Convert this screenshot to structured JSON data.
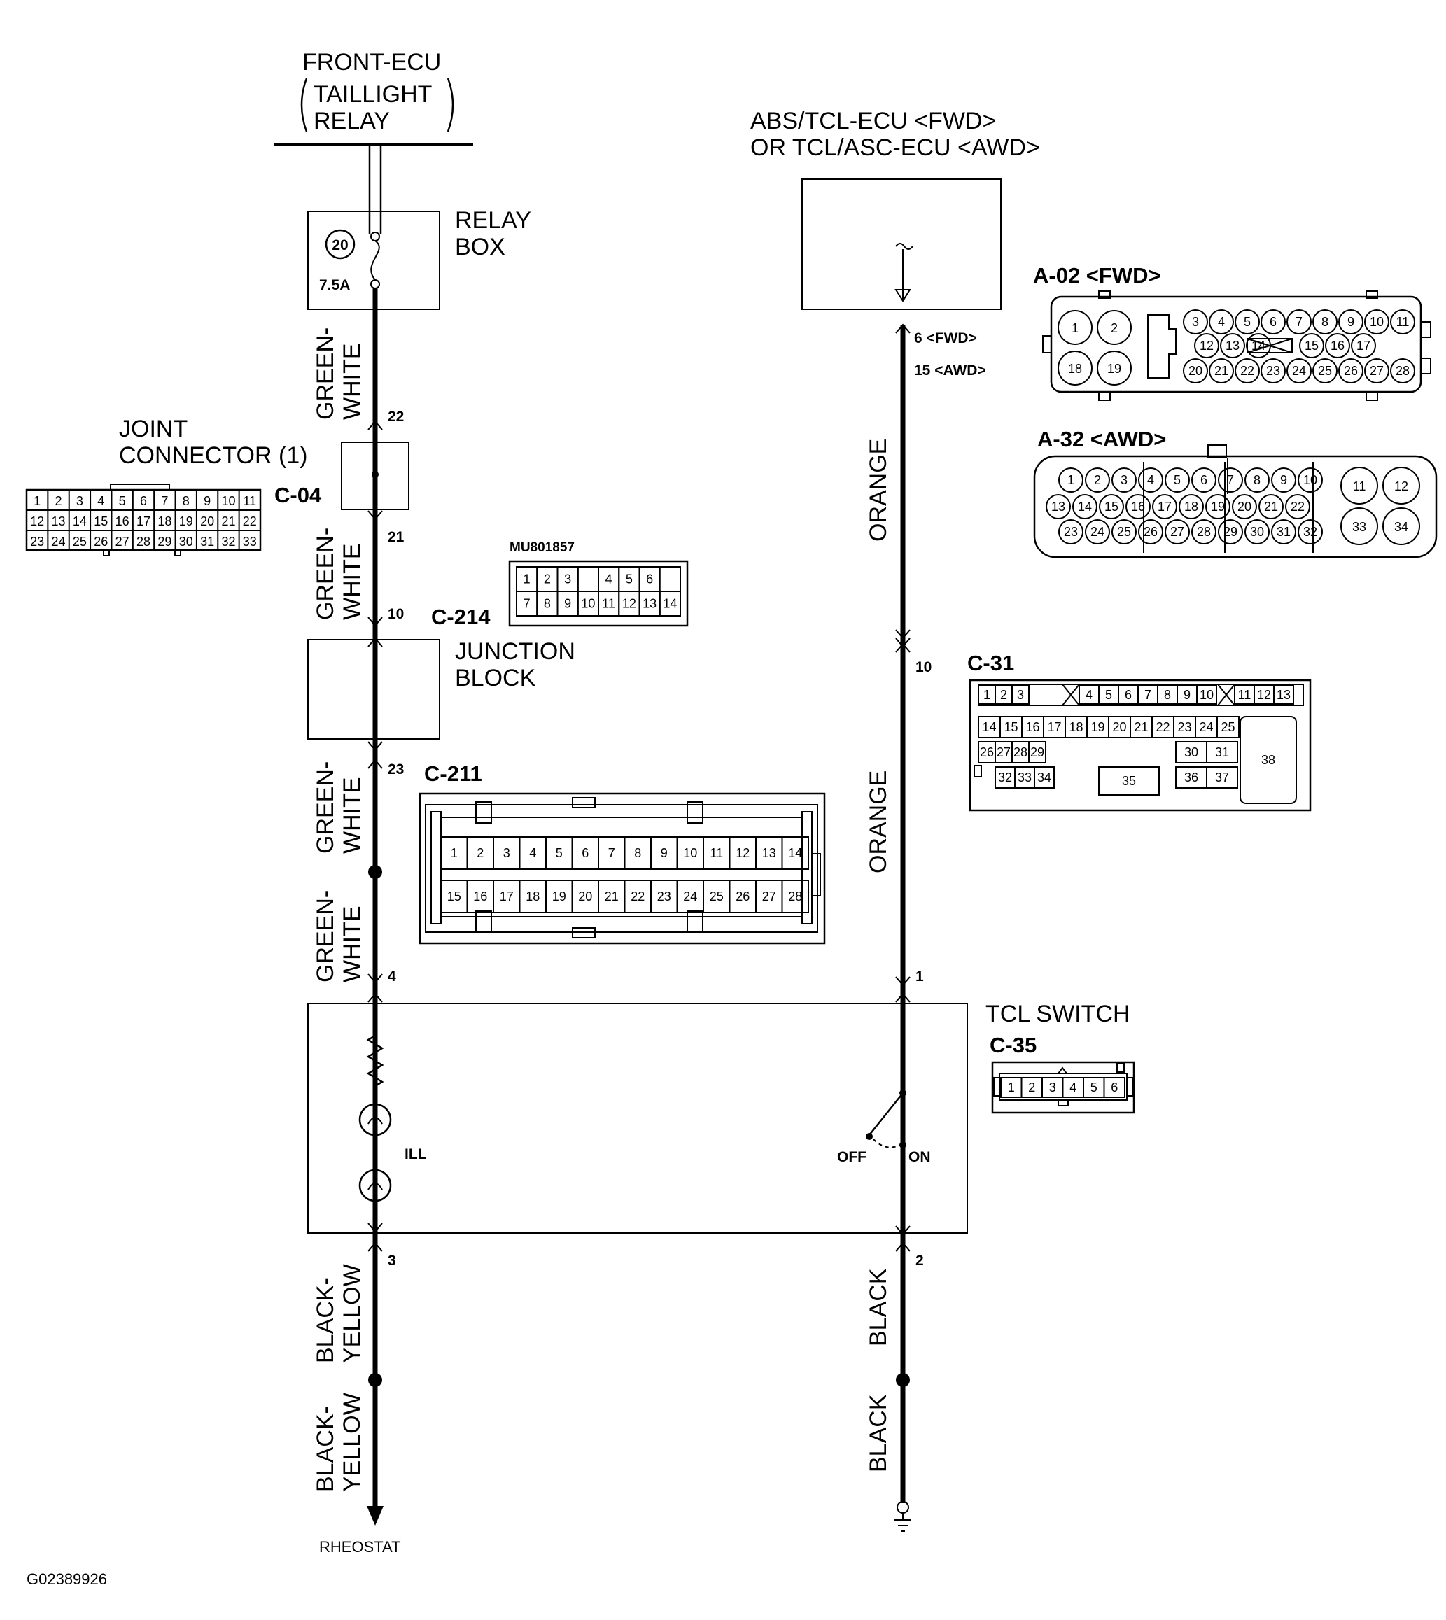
{
  "header": {
    "front_ecu": "FRONT-ECU",
    "taillight": "TAILLIGHT",
    "relay": "RELAY"
  },
  "relay_box": {
    "line1": "RELAY",
    "line2": "BOX",
    "fuse_no": "20",
    "fuse_rating": "7.5A"
  },
  "ecu": {
    "line1": "ABS/TCL-ECU <FWD>",
    "line2": "OR TCL/ASC-ECU <AWD>",
    "pin_fwd": "6 <FWD>",
    "pin_awd": "15 <AWD>"
  },
  "joint_connector": {
    "line1": "JOINT",
    "line2": "CONNECTOR (1)",
    "id": "C-04",
    "rows": [
      [
        "1",
        "2",
        "3",
        "4",
        "5",
        "6",
        "7",
        "8",
        "9",
        "10",
        "11"
      ],
      [
        "12",
        "13",
        "14",
        "15",
        "16",
        "17",
        "18",
        "19",
        "20",
        "21",
        "22"
      ],
      [
        "23",
        "24",
        "25",
        "26",
        "27",
        "28",
        "29",
        "30",
        "31",
        "32",
        "33"
      ]
    ]
  },
  "mu_connector": {
    "part": "MU801857",
    "id": "C-214",
    "row1": [
      "1",
      "2",
      "3",
      "",
      "4",
      "5",
      "6"
    ],
    "row2": [
      "7",
      "8",
      "9",
      "10",
      "11",
      "12",
      "13",
      "14"
    ]
  },
  "junction_block": {
    "line1": "JUNCTION",
    "line2": "BLOCK"
  },
  "c211": {
    "id": "C-211",
    "row1": [
      "1",
      "2",
      "3",
      "4",
      "5",
      "6",
      "7",
      "8",
      "9",
      "10",
      "11",
      "12",
      "13",
      "14"
    ],
    "row2": [
      "15",
      "16",
      "17",
      "18",
      "19",
      "20",
      "21",
      "22",
      "23",
      "24",
      "25",
      "26",
      "27",
      "28"
    ]
  },
  "a02": {
    "title": "A-02 <FWD>",
    "big": [
      "1",
      "2",
      "18",
      "19"
    ],
    "r1": [
      "3",
      "4",
      "5",
      "6",
      "7",
      "8",
      "9",
      "10",
      "11"
    ],
    "r2a": [
      "12",
      "13",
      "14"
    ],
    "r2b": [
      "15",
      "16",
      "17"
    ],
    "r3": [
      "20",
      "21",
      "22",
      "23",
      "24",
      "25",
      "26",
      "27",
      "28"
    ]
  },
  "a32": {
    "title": "A-32 <AWD>",
    "r1": [
      "1",
      "2",
      "3",
      "4",
      "5",
      "6",
      "7",
      "8",
      "9",
      "10"
    ],
    "r2": [
      "13",
      "14",
      "15",
      "16",
      "17",
      "18",
      "19",
      "20",
      "21",
      "22"
    ],
    "r3": [
      "23",
      "24",
      "25",
      "26",
      "27",
      "28",
      "29",
      "30",
      "31",
      "32"
    ],
    "big": [
      "11",
      "12",
      "33",
      "34"
    ]
  },
  "c31": {
    "id": "C-31",
    "r1a": [
      "1",
      "2",
      "3"
    ],
    "r1b": [
      "4",
      "5",
      "6",
      "7",
      "8",
      "9",
      "10"
    ],
    "r1c": [
      "11",
      "12",
      "13"
    ],
    "r2": [
      "14",
      "15",
      "16",
      "17",
      "18",
      "19",
      "20",
      "21",
      "22",
      "23",
      "24",
      "25"
    ],
    "r3a": [
      "26",
      "27",
      "28",
      "29"
    ],
    "r3b": [
      "30",
      "31"
    ],
    "r4a": [
      "32",
      "33",
      "34"
    ],
    "r4b": [
      "35"
    ],
    "r4c": [
      "36",
      "37"
    ],
    "big": "38"
  },
  "tcl_switch": {
    "title": "TCL SWITCH",
    "id": "C-35",
    "pins": [
      "1",
      "2",
      "3",
      "4",
      "5",
      "6"
    ],
    "ill": "ILL",
    "off": "OFF",
    "on": "ON"
  },
  "wires": {
    "gw": [
      "GREEN-",
      "WHITE"
    ],
    "orange": "ORANGE",
    "by": [
      "BLACK-",
      "YELLOW"
    ],
    "black": "BLACK"
  },
  "pin_labels": {
    "p22": "22",
    "p21": "21",
    "p10a": "10",
    "p23": "23",
    "p4": "4",
    "p3": "3",
    "p10b": "10",
    "p1": "1",
    "p2": "2"
  },
  "footer": {
    "rheostat": "RHEOSTAT",
    "figure_id": "G02389926"
  }
}
